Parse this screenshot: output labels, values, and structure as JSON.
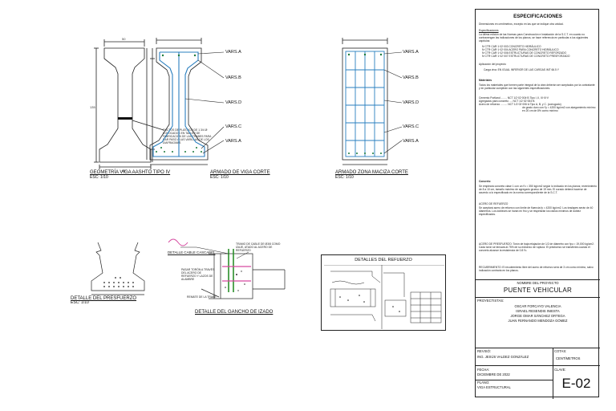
{
  "drawings": {
    "aashto": {
      "title": "GEOMETRÍA VIGA AASHTO TIPO IV",
      "scale": "ESC: 1/10",
      "note": "DUCTOS DE PLÁSTICO DE 1 3/4 Ø COLOCADOS EN TALLER DE FABRICACIÓN DE LAS TRABES PARA DAR PASO A LAS VARILLAS DE LOS DIAFRAGMAS"
    },
    "armado_corte": {
      "title": "ARMADO DE VIGA CORTE",
      "scale": "ESC: 1/10",
      "labels": [
        "VARS.A",
        "VARS.B",
        "VARS.D",
        "VARS.C",
        "VARS.A"
      ]
    },
    "zona_maciza": {
      "title": "ARMADO ZONA MACIZA CORTE",
      "scale": "ESC: 1/10",
      "labels": [
        "VARS.A",
        "VARS.B",
        "VARS.D",
        "VARS.C",
        "VARS.A"
      ]
    },
    "presfuerzo": {
      "title": "DETALLE DEL PRESFUERZO",
      "scale": "ESC: 1/10"
    },
    "gancho": {
      "title": "DETALLE DEL GANCHO DE IZADO",
      "cable": "DETALLE CABLE CASCABEL",
      "note_left": "REMATE DE LA TRABE",
      "note_cable": "PASAR TORÓN A TRAVÉS DEL ACERO DE REFUERZO Y LAZOS DE ALAMBRE",
      "note_right": "TRAMO DE CABLE DE Ø3/8 COMO IZAJE, ATADO AL ACERO DE REFUERZO"
    },
    "refuerzo": {
      "title": "DETALLES DEL REFUERZO"
    }
  },
  "specs": {
    "title": "ESPECIFICACIONES",
    "intro": "Dimensiones en centímetros, excepto en las que se indique otra unidad.",
    "subtitle": "Especificaciones",
    "para1": "La última edición de las Normas para Construcción e Instalación de la S.C.T. en cuanto no contravengan las indicaciones de los planos, se hace referencia en particular a los siguientes capítulos:",
    "norms": [
      "N·CTR·CAR·1·02·003 CONCRETO HIDRÁULICO",
      "N·CTR·CAR·1·02·004 ACERO PARA CONCRETO HIDRÁULICO",
      "N·CTR·CAR·1·02·006 ESTRUCTURAS DE CONCRETO REFORZADO",
      "N·CTR·CAR·1·02·007 ESTRUCTURAS DE CONCRETO PRESFORZADO"
    ],
    "loads_title": "Aplicación del proyecto",
    "loads": "Carga viva: EN IGUAL INFERIOR DE LAS CARGAS IMT 66.5 Y",
    "materials_title": "Materiales",
    "materials": "Todos los materiales que formen parte integral de la obra deberán ser aceptados por la contratante y en particular cumplirán con las siguientes especificaciones.",
    "mat_lines": [
      "Cemento Portland ........ NCT 1/2·02·004·B Tipo I, II, III·III·V",
      "Agregados para concreto .... NCT 1/2·02·004·B",
      "Acero de refuerzo ......... NCT 1/2·02·006·A Tipo A, B, y C. (corrugado)",
      "de grado duro con f'y = 4200 kg/cm2 con alargamiento mínimo en 20 cm de 8% como mínimo"
    ],
    "concrete_title": "Concreto",
    "concrete": "Se empleará concreto clase 1 con un f'c = 350 kg/cm2 según lo indicado en los planos; revenimiento de 8 a 10 cm, tamaño máximo de agregado grueso de 19 mm. El curado deberá hacerse de acuerdo a lo especificado en la norma correspondiente de la S.C.T.",
    "steel_title": "ACERO DE REFUERZO",
    "steel": "Se aceptará acero de refuerzo con límite de fluencia fy = 4200 kg/cm2. Los traslapes serán de 40 diámetros. Los dobleces se harán en frío y se respetarán los radios mínimos de doblez especificados.",
    "prestress": "ACERO DE PRESFUERZO: Torón de baja relajación de 1/2 de diámetro con fpu = 19,000 kg/cm2. Cada torón se tensará al 75% de su esfuerzo de ruptura. El presfuerzo se transferirá cuando el concreto alcance la resistencia de 0.8 f'c.",
    "recovery": "RECUBRIMIENTO: El recubrimiento libre del acero de refuerzo será de 3 cm como mínimo, salvo indicación contraria en los planos."
  },
  "titleblock": {
    "project_label": "NOMBRE DEL PROYECTO",
    "project": "PUENTE VEHICULAR",
    "designers_label": "PROYECTISTAS:",
    "designers": [
      "OSCAR FORCAYO VALENCIA",
      "ISRAEL RESENDIS INIESTA",
      "JORGE OMAR SÁNCHEZ ORTEGA",
      "JUAN FERNANDO MENDOZA GÓMEZ"
    ],
    "review_label": "REVISÓ:",
    "reviewer": "ING. JESÚS VALDEZ GONZÁLEZ",
    "units_label": "COTAS:",
    "units": "CENTÍMETROS",
    "date_label": "FECHA:",
    "date": "DICIEMBRE DE 2022",
    "plan_label": "PLANO:",
    "plan": "VIGA ESTRUCTURAL",
    "key_label": "CLAVE:",
    "key": "E-02"
  }
}
